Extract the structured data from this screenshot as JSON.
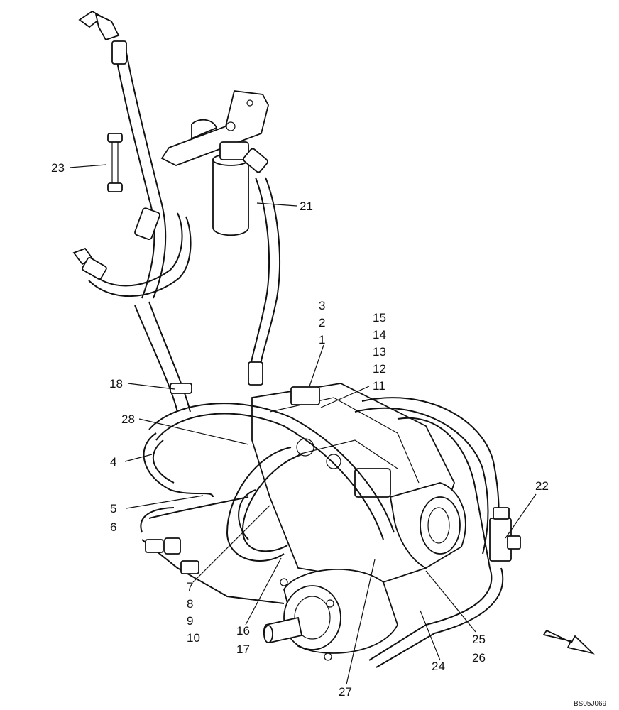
{
  "diagram": {
    "reference_code": "BS05J069",
    "callouts": {
      "c1": "1",
      "c2": "2",
      "c3": "3",
      "c4": "4",
      "c5": "5",
      "c6": "6",
      "c7": "7",
      "c8": "8",
      "c9": "9",
      "c10": "10",
      "c11": "11",
      "c12": "12",
      "c13": "13",
      "c14": "14",
      "c15": "15",
      "c16": "16",
      "c17": "17",
      "c18": "18",
      "c21": "21",
      "c22": "22",
      "c23": "23",
      "c24": "24",
      "c25": "25",
      "c26": "26",
      "c27": "27",
      "c28": "28"
    }
  }
}
